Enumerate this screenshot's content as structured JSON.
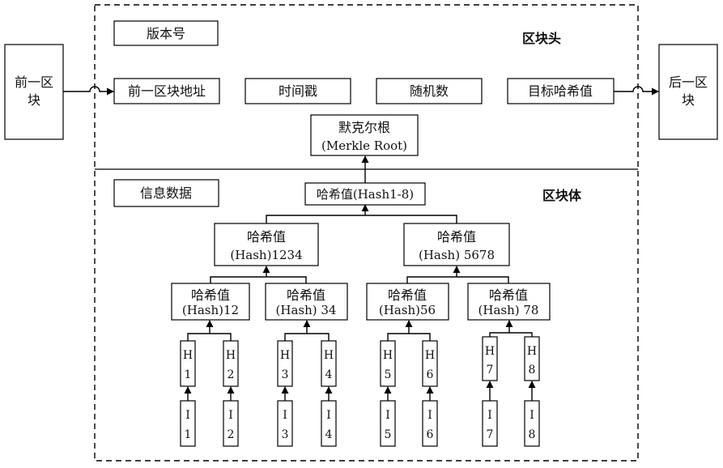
{
  "header": {
    "section_label": "区块头",
    "version": "版本号",
    "prev_hash": "前一区块地址",
    "timestamp": "时间戳",
    "nonce": "随机数",
    "target": "目标哈希值",
    "merkle_root_line1": "默克尔根",
    "merkle_root_line2": "(Merkle Root)"
  },
  "body": {
    "section_label": "区块体",
    "info": "信息数据",
    "root_hash": "哈希值(Hash1-8)",
    "level2": [
      {
        "line1": "哈希值",
        "line2": "(Hash)1234"
      },
      {
        "line1": "哈希值",
        "line2": "(Hash) 5678"
      }
    ],
    "level3": [
      {
        "line1": "哈希值",
        "line2": "(Hash)12"
      },
      {
        "line1": "哈希值",
        "line2": "(Hash) 34"
      },
      {
        "line1": "哈希值",
        "line2": "(Hash)56"
      },
      {
        "line1": "哈希值",
        "line2": "(Hash) 78"
      }
    ],
    "leaves_h": [
      {
        "top": "H",
        "bottom": "1"
      },
      {
        "top": "H",
        "bottom": "2"
      },
      {
        "top": "H",
        "bottom": "3"
      },
      {
        "top": "H",
        "bottom": "4"
      },
      {
        "top": "H",
        "bottom": "5"
      },
      {
        "top": "H",
        "bottom": "6"
      },
      {
        "top": "H",
        "bottom": "7"
      },
      {
        "top": "H",
        "bottom": "8"
      }
    ],
    "leaves_i": [
      {
        "top": "I",
        "bottom": "1"
      },
      {
        "top": "I",
        "bottom": "2"
      },
      {
        "top": "I",
        "bottom": "3"
      },
      {
        "top": "I",
        "bottom": "4"
      },
      {
        "top": "I",
        "bottom": "5"
      },
      {
        "top": "I",
        "bottom": "6"
      },
      {
        "top": "I",
        "bottom": "7"
      },
      {
        "top": "I",
        "bottom": "8"
      }
    ]
  },
  "prev_block": {
    "line1": "前一区",
    "line2": "块"
  },
  "next_block": {
    "line1": "后一区",
    "line2": "块"
  }
}
